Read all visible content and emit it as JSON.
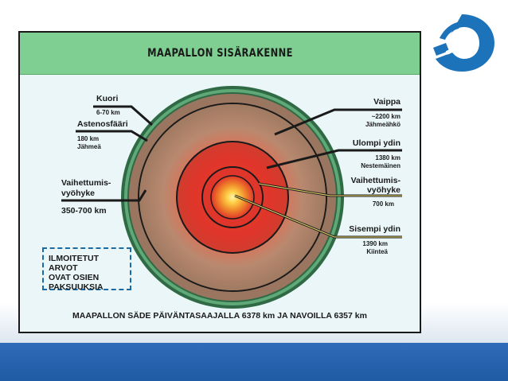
{
  "title": "MAAPALLON SISÄRAKENNE",
  "layers": {
    "kuori": {
      "name": "Kuori",
      "value": "6-70 km"
    },
    "astenosfaari": {
      "name": "Astenosfääri",
      "value": "180 km",
      "state": "Jähmeä"
    },
    "vaihettumis_outer": {
      "name_line1": "Vaihettumis-",
      "name_line2": "vyöhyke",
      "value": "350-700 km"
    },
    "vaippa": {
      "name": "Vaippa",
      "value": "~2200 km",
      "state": "Jähmeähkö"
    },
    "ulompi_ydin": {
      "name": "Ulompi ydin",
      "value": "1380 km",
      "state": "Nestemäinen"
    },
    "vaihettumis_inner": {
      "name_line1": "Vaihettumis-",
      "name_line2": "vyöhyke",
      "value": "700 km"
    },
    "sisempi_ydin": {
      "name": "Sisempi ydin",
      "value": "1390 km",
      "state": "Kiinteä"
    }
  },
  "note": {
    "line1": "ILMOITETUT ARVOT",
    "line2": "OVAT OSIEN",
    "line3": "PAKSUUKSIA"
  },
  "footer": "MAAPALLON SÄDE PÄIVÄNTASAAJALLA 6378 km JA NAVOILLA 6357 km",
  "colors": {
    "header": "#7fcf92",
    "panel": "#eaf6f8",
    "crust": "#3f7a50",
    "mantle": "#a9826a",
    "outer_core": "#e0352a",
    "inner_core": "#ffd24a",
    "band": "#2f6bb8",
    "logo": "#1d73b9"
  }
}
